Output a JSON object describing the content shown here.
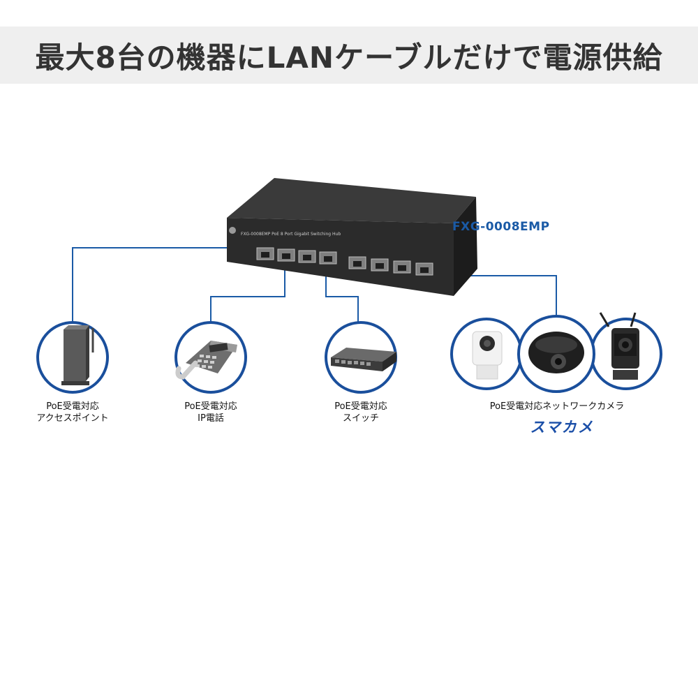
{
  "headline": "最大8台の機器にLANケーブルだけで電源供給",
  "switch": {
    "model": "FXG-0008EMP",
    "faceplate_text": "FXG-0008EMP  PoE 8 Port Gigabit Switching Hub"
  },
  "devices": [
    {
      "line1": "PoE受電対応",
      "line2": "アクセスポイント",
      "icon": "wireless-access-point-icon"
    },
    {
      "line1": "PoE受電対応",
      "line2": "IP電話",
      "icon": "ip-phone-icon"
    },
    {
      "line1": "PoE受電対応",
      "line2": "スイッチ",
      "icon": "network-switch-icon"
    },
    {
      "line1": "PoE受電対応ネットワークカメラ",
      "icon": "network-camera-icon"
    }
  ],
  "camera_brand": "スマカメ",
  "colors": {
    "connector_line": "#1a5aa6",
    "circle_border": "#1a4f9c",
    "banner_bg": "#efefef",
    "switch_body": "#2a2a2a"
  }
}
